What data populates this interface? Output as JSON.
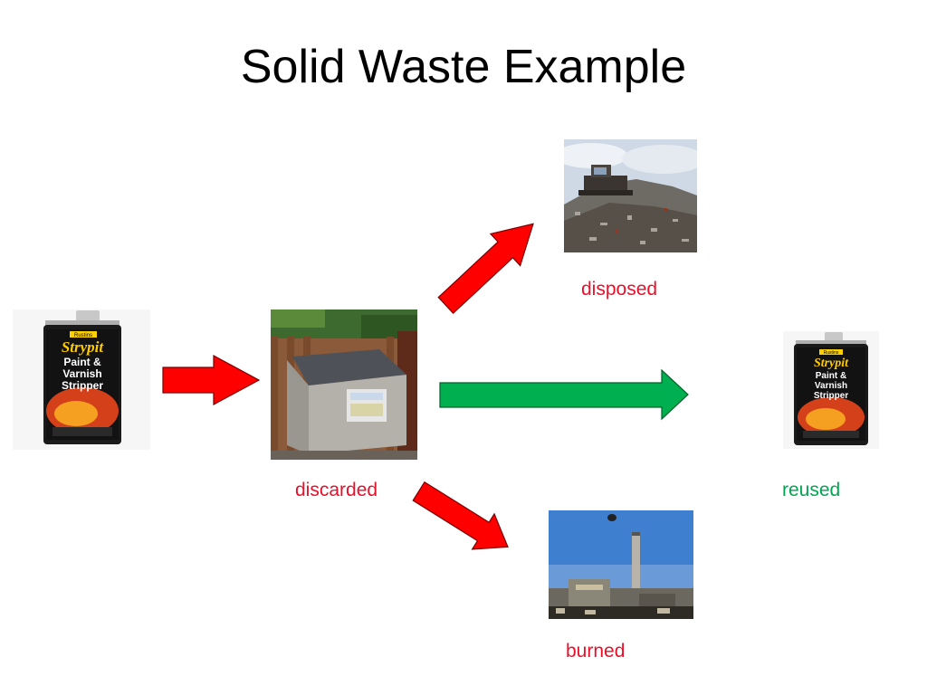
{
  "slide": {
    "title": "Solid Waste Example"
  },
  "labels": {
    "disposed": "disposed",
    "discarded": "discarded",
    "reused": "reused",
    "burned": "burned"
  },
  "can": {
    "brand_small": "Rustins",
    "brand": "Strypit",
    "line1": "Paint &",
    "line2": "Varnish",
    "line3": "Stripper"
  },
  "colors": {
    "red_arrow": "#ff0000",
    "green_arrow": "#00b050",
    "red_label": "#e8102a",
    "green_label": "#00a651"
  },
  "icons": {
    "can": "paint-stripper-can-photo",
    "dumpster": "dumpster-photo",
    "landfill": "landfill-photo",
    "incinerator": "incinerator-photo"
  }
}
